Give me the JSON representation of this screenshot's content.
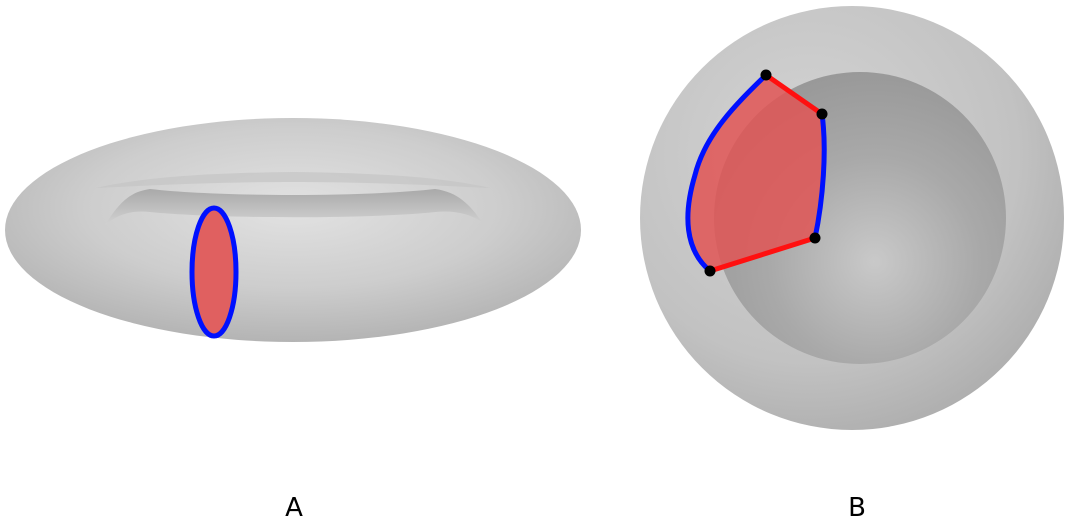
{
  "panels": [
    {
      "id": "A",
      "label": "A",
      "shape": "torus",
      "icon": "torus-with-cross-section"
    },
    {
      "id": "B",
      "label": "B",
      "shape": "spherical-shell",
      "icon": "hollow-sphere-with-patch"
    }
  ],
  "colors": {
    "surface_light": "#d8d8d8",
    "surface_mid": "#bdbdbd",
    "surface_dark": "#a3a3a3",
    "region_fill": "#e05555",
    "edge_blue": "#0010ff",
    "edge_red": "#ff1010",
    "vertex": "#000000"
  }
}
